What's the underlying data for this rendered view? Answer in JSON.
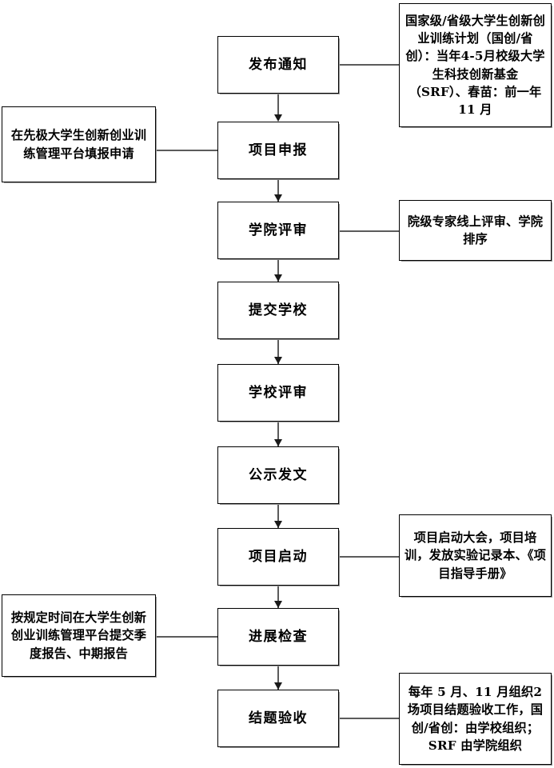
{
  "document": {
    "title": "大学生创新创业训练计划项目流程图",
    "type": "flowchart",
    "orientation": "vertical",
    "background_color": "#ffffff",
    "line_color": "#5b5b5b",
    "box_border_color": "#000000",
    "text_color": "#000000"
  },
  "process": [
    {
      "id": "publish",
      "label": "发布通知"
    },
    {
      "id": "apply",
      "label": "项目申报"
    },
    {
      "id": "college",
      "label": "学院评审"
    },
    {
      "id": "submit",
      "label": "提交学校"
    },
    {
      "id": "school",
      "label": "学校评审"
    },
    {
      "id": "public",
      "label": "公示发文"
    },
    {
      "id": "start",
      "label": "项目启动"
    },
    {
      "id": "progress",
      "label": "进展检查"
    },
    {
      "id": "accept",
      "label": "结题验收"
    }
  ],
  "notes": {
    "notice": {
      "side": "right",
      "attached_to": "publish",
      "text": "国家级/省级大学生创新创业训练计划（国创/省创）：当年4-5月校级大学生科技创新基金（SRF）、春苗：前一年 11 月"
    },
    "platform": {
      "side": "left",
      "attached_to": "apply",
      "text": "在先极大学生创新创业训练管理平台填报申请"
    },
    "review": {
      "side": "right",
      "attached_to": "college",
      "text": "院级专家线上评审、学院排序"
    },
    "kickoff": {
      "side": "right",
      "attached_to": "start",
      "text": "项目启动大会，项目培训，发放实验记录本、《项目指导手册》"
    },
    "report": {
      "side": "left",
      "attached_to": "progress",
      "text": "按规定时间在大学生创新创业训练管理平台提交季度报告、中期报告"
    },
    "final": {
      "side": "right",
      "attached_to": "accept",
      "text": "每年 5 月、11 月组织2场项目结题验收工作，国创/省创：由学校组织；SRF 由学院组织"
    }
  }
}
